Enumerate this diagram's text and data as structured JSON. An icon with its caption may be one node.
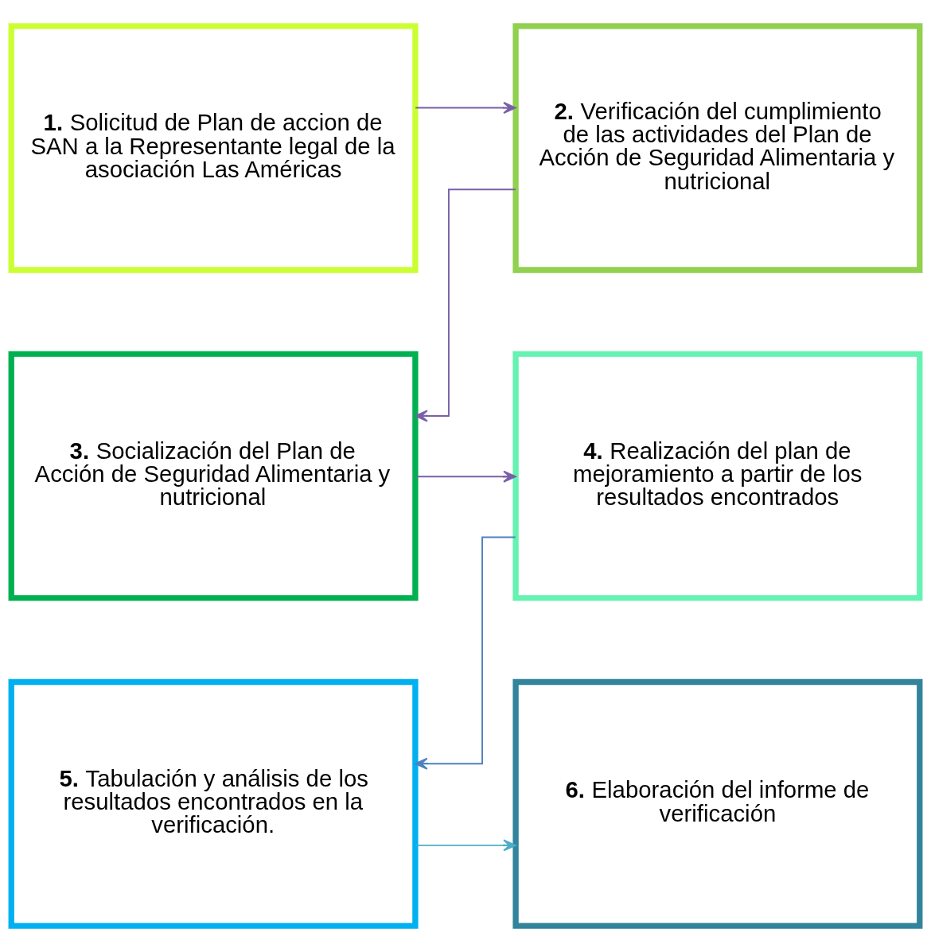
{
  "diagram": {
    "nodes": [
      {
        "text": [
          "**1.** Solicitud de Plan de accion de SAN a la Representante legal de la asociación Las Américas"
        ]
      },
      {
        "text": [
          "**2.** Verificación del cumplimiento de las actividades del Plan de Acción de Seguridad Alimentaria y nutricional"
        ]
      },
      {
        "text": [
          "**3.** Socialización del Plan de Acción de Seguridad Alimentaria y nutricional"
        ]
      },
      {
        "text": [
          "**4.** Realización del plan de mejoramiento a partir de los resultados encontrados"
        ]
      },
      {
        "text": [
          "**5.** Tabulación y análisis de los resultados encontrados en la verificación."
        ]
      },
      {
        "text": [
          "**6.** Elaboración del informe de verificación"
        ]
      }
    ],
    "edges": [
      {
        "from": 0,
        "to": 1,
        "arrow": "to"
      },
      {
        "from": 1,
        "to": 2,
        "arrow": "to"
      },
      {
        "from": 2,
        "to": 3,
        "arrow": "to"
      },
      {
        "from": 3,
        "to": 4,
        "arrow": "to",
        "color": "#4f81bd"
      },
      {
        "from": 4,
        "to": 5,
        "arrow": "to",
        "color": "#4bacc6"
      }
    ]
  }
}
